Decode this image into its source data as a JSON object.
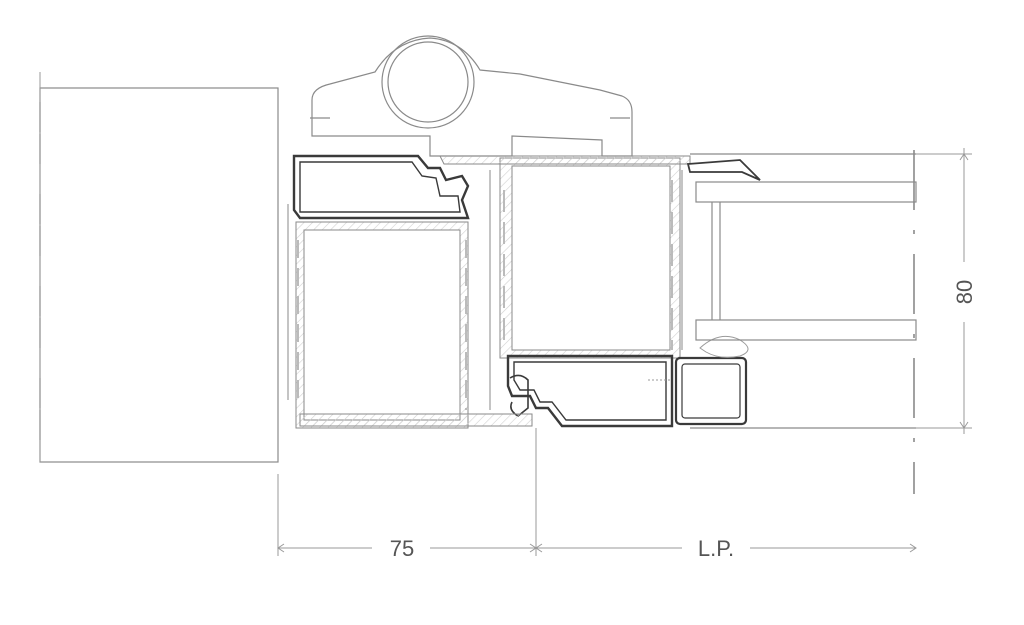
{
  "dimensions": {
    "width_label": "75",
    "lp_label": "L.P.",
    "height_label": "80"
  },
  "colors": {
    "line": "#8a8a8a",
    "line_dark": "#3a3a3a",
    "hatch": "#c8c8c8",
    "background": "#ffffff"
  }
}
